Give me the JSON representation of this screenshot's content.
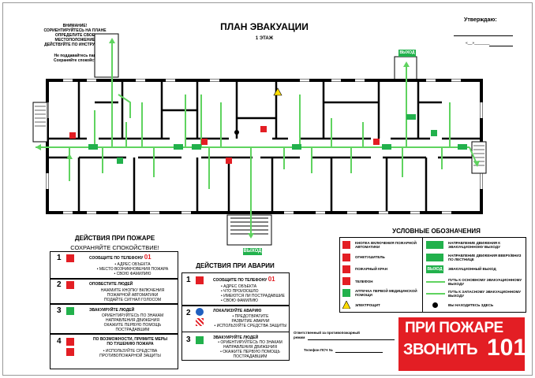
{
  "header": {
    "warning_lines": [
      "ВНИМАНИЕ!",
      "СОРИЕНТИРУЙТЕСЬ НА ПЛАНЕ",
      "ОПРЕДЕЛИТЕ СВОЕ",
      "МЕСТОПОЛОЖЕНИЕ",
      "ДЕЙСТВУЙТЕ ПО ИНСТРУКЦИИ"
    ],
    "calm_lines": [
      "Не поддавайтесь панике!",
      "Сохраняйте спокойствие!"
    ],
    "title": "ПЛАН ЭВАКУАЦИИ",
    "floor": "1 ЭТАЖ",
    "approve": "Утверждаю:",
    "sign_mark": "«__»_______"
  },
  "plan": {
    "exit_label": "ВЫХОД"
  },
  "fire": {
    "title": "ДЕЙСТВИЯ ПРИ ПОЖАРЕ",
    "subtitle": "СОХРАНЯЙТЕ СПОКОЙСТВИЕ!",
    "steps": [
      {
        "num": "1",
        "head": "СООБЩИТЕ ПО ТЕЛЕФОНУ",
        "phone": "01",
        "lines": [
          "• АДРЕС ОБЪЕКТА",
          "• МЕСТО ВОЗНИКНОВЕНИЯ ПОЖАРА",
          "• СВОЮ ФАМИЛИЮ"
        ]
      },
      {
        "num": "2",
        "head": "ОПОВЕСТИТЕ ЛЮДЕЙ",
        "lines": [
          "НАЖМИТЕ КНОПКУ ВКЛЮЧЕНИЯ",
          "ПОЖАРНОЙ АВТОМАТИКИ",
          "ПОДАЙТЕ СИГНАЛ ГОЛОСОМ"
        ]
      },
      {
        "num": "3",
        "head": "ЭВАКУИРУЙТЕ ЛЮДЕЙ",
        "lines": [
          "ОРИЕНТИРУЙТЕСЬ ПО ЗНАКАМ",
          "НАПРАВЛЕНИЯ ДВИЖЕНИЯ",
          "ОКАЖИТЕ ПЕРВУЮ ПОМОЩЬ",
          "ПОСТРАДАВШИМ"
        ]
      },
      {
        "num": "4",
        "head": "ПО ВОЗМОЖНОСТИ, ПРИМИТЕ МЕРЫ",
        "head2": "ПО ТУШЕНИЮ ПОЖАРА",
        "lines": [
          "• ИСПОЛЬЗУЙТЕ СРЕДСТВА",
          "ПРОТИВОПОЖАРНОЙ ЗАЩИТЫ"
        ]
      }
    ]
  },
  "accident": {
    "title": "ДЕЙСТВИЯ ПРИ АВАРИИ",
    "steps": [
      {
        "num": "1",
        "head": "СООБЩИТЕ ПО ТЕЛЕФОНУ",
        "phone": "01",
        "lines": [
          "• АДРЕС ОБЪЕКТА",
          "• ЧТО ПРОИЗОШЛО",
          "• ИМЕЮТСЯ ЛИ ПОСТРАДАВШИЕ",
          "• СВОЮ ФАМИЛИЮ"
        ]
      },
      {
        "num": "2",
        "head": "ЛОКАЛИЗУЙТЕ АВАРИЮ",
        "lines": [
          "• ПРЕДОТВРАТИТЕ",
          "РАЗВИТИЕ АВАРИИ",
          "• ИСПОЛЬЗУЙТЕ СРЕДСТВА ЗАЩИТЫ"
        ]
      },
      {
        "num": "3",
        "head": "ЭВАКУИРУЙТЕ ЛЮДЕЙ",
        "lines": [
          "• ОРИЕНТИРУЙТЕСЬ ПО ЗНАКАМ",
          "НАПРАВЛЕНИЯ ДВИЖЕНИЯ",
          "• ОКАЖИТЕ ПЕРВУЮ ПОМОЩЬ",
          "ПОСТРАДАВШИМ"
        ]
      }
    ]
  },
  "legend": {
    "title": "УСЛОВНЫЕ ОБОЗНАЧЕНИЯ",
    "left": [
      {
        "label": "КНОПКА ВКЛЮЧЕНИЯ ПОЖАРНОЙ АВТОМАТИКИ",
        "icon": "fire-button-icon"
      },
      {
        "label": "ОГНЕТУШИТЕЛЬ",
        "icon": "extinguisher-icon"
      },
      {
        "label": "ПОЖАРНЫЙ КРАН",
        "icon": "fire-hydrant-icon"
      },
      {
        "label": "ТЕЛЕФОН",
        "icon": "phone-icon"
      },
      {
        "label": "АПТЕЧКА ПЕРВОЙ МЕДИЦИНСКОЙ ПОМОЩИ",
        "icon": "first-aid-icon"
      },
      {
        "label": "ЭЛЕКТРОЩИТ",
        "icon": "electric-panel-icon"
      }
    ],
    "right": [
      {
        "label": "НАПРАВЛЕНИЕ ДВИЖЕНИЯ К ЭВАКУАЦИОННОМУ ВЫХОДУ",
        "icon": "direction-sign-icon"
      },
      {
        "label": "НАПРАВЛЕНИЕ ДВИЖЕНИЯ ВВЕРХ/ВНИЗ ПО ЛЕСТНИЦЕ",
        "icon": "stairs-sign-icon"
      },
      {
        "label": "ЭВАКУАЦИОННЫЙ ВЫХОД",
        "icon": "exit-sign-icon",
        "sign": "ВЫХОД"
      },
      {
        "label": "ПУТЬ К ОСНОВНОМУ ЭВАКУАЦИОННОМУ ВЫХОДУ",
        "icon": "main-route-icon"
      },
      {
        "label": "ПУТЬ К ЗАПАСНОМУ ЭВАКУАЦИОННОМУ ВЫХОДУ",
        "icon": "reserve-route-icon"
      },
      {
        "label": "ВЫ НАХОДИТЕСЬ ЗДЕСЬ",
        "icon": "you-are-here-icon"
      }
    ]
  },
  "footer": {
    "responsible_1": "Ответственный за противопожарный",
    "responsible_2": "режим",
    "phone_label": "Телефон ПСЧ №",
    "callout_line1": "ПРИ ПОЖАРЕ",
    "callout_line2": "ЗВОНИТЬ",
    "callout_number": "101"
  },
  "colors": {
    "route": "#5fd35f",
    "red": "#e31e24",
    "green": "#22b14c"
  }
}
